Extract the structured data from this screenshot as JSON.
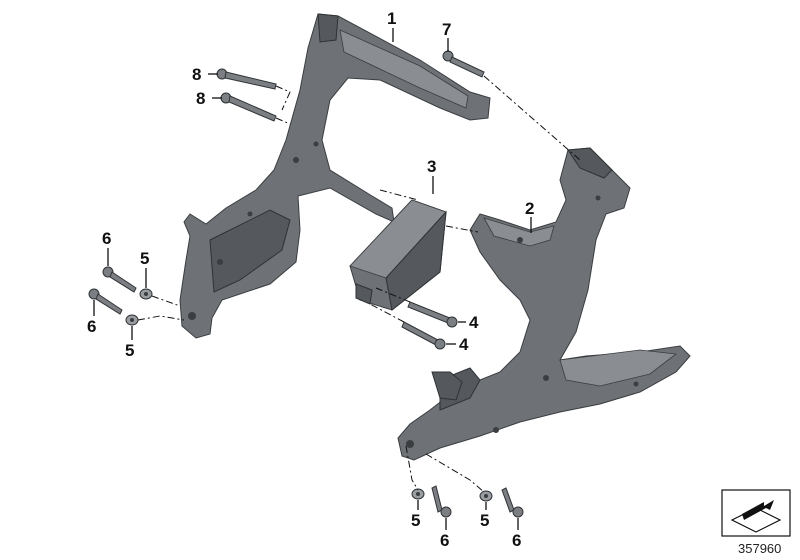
{
  "diagram_id": "357960",
  "callouts": {
    "c1": "1",
    "c2": "2",
    "c3": "3",
    "c4a": "4",
    "c4b": "4",
    "c5a": "5",
    "c5b": "5",
    "c5c": "5",
    "c5d": "5",
    "c6a": "6",
    "c6b": "6",
    "c6c": "6",
    "c6d": "6",
    "c7": "7",
    "c8a": "8",
    "c8b": "8"
  },
  "icons": {
    "orientation": "orientation-arrow-icon"
  }
}
